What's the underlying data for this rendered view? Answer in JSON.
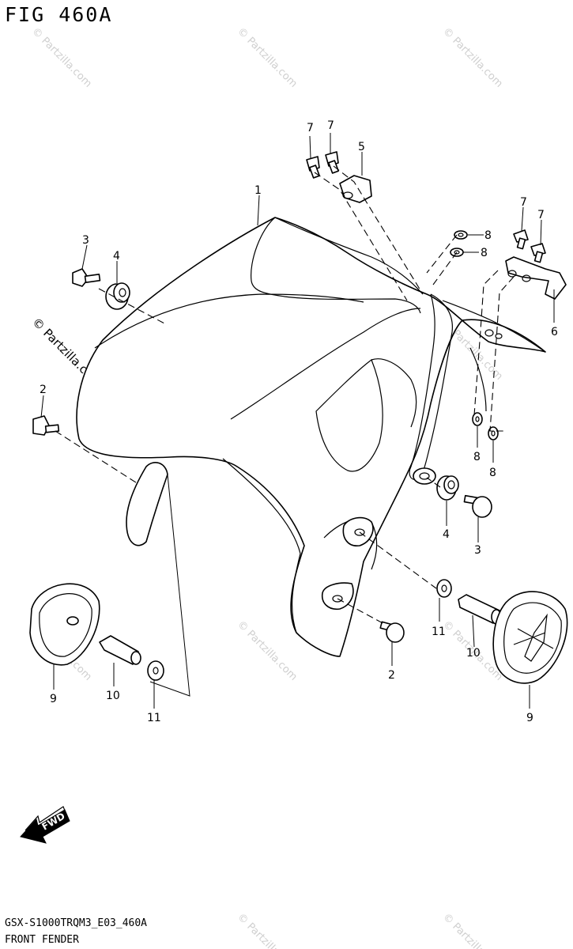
{
  "figure": {
    "title": "FIG 460A",
    "code": "GSX-S1000TRQM3_E03_460A",
    "name": "FRONT FENDER"
  },
  "watermark": {
    "text": "© Partzilla.com"
  },
  "forward_arrow": {
    "label": "FWD"
  },
  "callouts": {
    "c1": "1",
    "c2a": "2",
    "c2b": "2",
    "c3a": "3",
    "c3b": "3",
    "c4a": "4",
    "c4b": "4",
    "c5": "5",
    "c6": "6",
    "c7a": "7",
    "c7b": "7",
    "c7c": "7",
    "c7d": "7",
    "c8a": "8",
    "c8b": "8",
    "c8c": "8",
    "c8d": "8",
    "c9a": "9",
    "c9b": "9",
    "c10a": "10",
    "c10b": "10",
    "c11a": "11",
    "c11b": "11"
  }
}
